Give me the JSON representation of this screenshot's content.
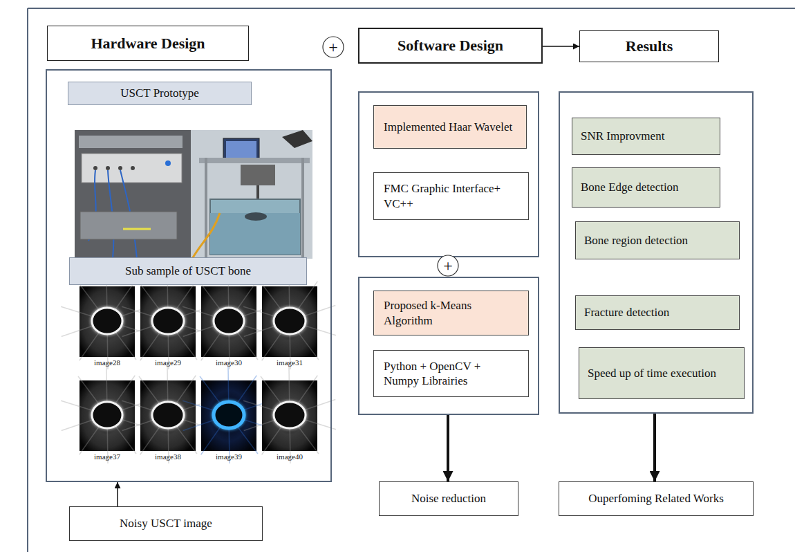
{
  "diagram": {
    "nodes": [
      {
        "text": [
          "Hardware Design"
        ]
      },
      {
        "text": [
          "+"
        ]
      },
      {
        "text": [
          "Software Design"
        ]
      },
      {
        "text": [
          "Results"
        ]
      },
      {
        "text": []
      },
      {
        "text": [
          "USCT Prototype"
        ],
        "in": 4
      },
      {
        "text": [
          "Sub sample of USCT bone"
        ],
        "in": 4
      },
      {
        "text": []
      },
      {
        "text": [
          "Implemented Haar Wavelet"
        ],
        "in": 7
      },
      {
        "text": [
          "FMC Graphic Interface+ VC++"
        ],
        "in": 7
      },
      {
        "text": [
          "+"
        ]
      },
      {
        "text": []
      },
      {
        "text": [
          "Proposed k-Means Algorithm"
        ],
        "in": 11
      },
      {
        "text": [
          "Python + OpenCV + Numpy Librairies"
        ],
        "in": 11
      },
      {
        "text": []
      },
      {
        "text": [
          "SNR Improvment"
        ],
        "in": 14
      },
      {
        "text": [
          "Bone Edge detection"
        ],
        "in": 14
      },
      {
        "text": [
          "Bone region detection"
        ],
        "in": 14
      },
      {
        "text": [
          "Fracture detection"
        ],
        "in": 14
      },
      {
        "text": [
          "Speed up of time execution"
        ],
        "in": 14
      },
      {
        "text": [
          "Noisy USCT image"
        ]
      },
      {
        "text": [
          "Noise reduction"
        ]
      },
      {
        "text": [
          "Ouperfoming Related Works"
        ]
      }
    ],
    "edges": [
      {
        "from": 2,
        "to": 3,
        "arrow": "to"
      },
      {
        "from": 20,
        "to": 4,
        "arrow": "to"
      },
      {
        "from": 11,
        "to": 21,
        "arrow": "to"
      },
      {
        "from": 14,
        "to": 22,
        "arrow": "to"
      }
    ],
    "labels": [
      "image28",
      "image29",
      "image30",
      "image31",
      "image37",
      "image38",
      "image39",
      "image40"
    ]
  }
}
